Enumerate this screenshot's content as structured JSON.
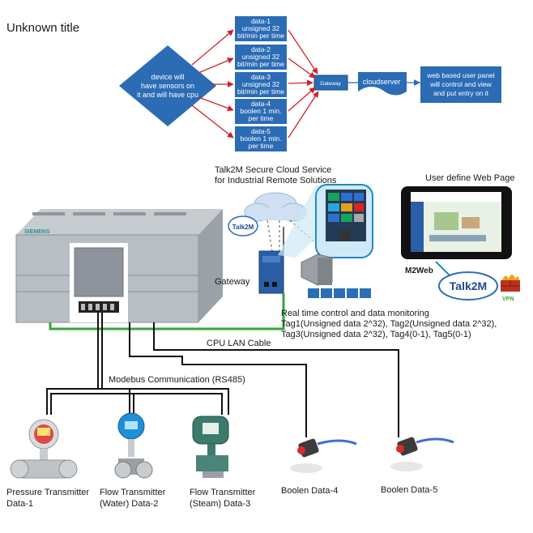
{
  "title": "Unknown title",
  "flow": {
    "device": [
      "device will",
      "have sensors on",
      "it and will have cpu"
    ],
    "data": [
      [
        "data-1",
        "unsigned 32",
        "bit/min per time"
      ],
      [
        "data-2",
        "unsigned 32",
        "bit/min per time"
      ],
      [
        "data-3",
        "unsigned 32",
        "bit/min per time"
      ],
      [
        "data-4",
        "boolen 1 min.",
        "per time"
      ],
      [
        "data-5",
        "boolen 1 min.",
        "per time"
      ]
    ],
    "gateway": "Gateway",
    "cloud": "cloudserver",
    "panel": [
      "web based user panel",
      "will control and view",
      "and put entry on it"
    ]
  },
  "network": {
    "cloud_service": [
      "Talk2M Secure Cloud Service",
      "for Industrial Remote Solutions"
    ],
    "user_page": "User define Web Page",
    "gateway": "Gateway",
    "m2web": "M2Web",
    "talk2m": "Talk2M",
    "vpn": "VPN",
    "plc_brand": "SIEMENS",
    "realtime": [
      "Real time control and data monitoring",
      "Tag1(Unsigned data 2^32), Tag2(Unsigned data 2^32),",
      "Tag3(Unsigned data 2^32), Tag4(0-1), Tag5(0-1)"
    ],
    "lan": "CPU LAN Cable",
    "modbus": "Modebus Communication (RS485)"
  },
  "devices": [
    [
      "Pressure Transmitter",
      "Data-1"
    ],
    [
      "Flow Transmitter",
      "(Water) Data-2"
    ],
    [
      "Flow Transmitter",
      "(Steam) Data-3"
    ],
    [
      "Boolen Data-4"
    ],
    [
      "Boolen Data-5"
    ]
  ],
  "colors": {
    "flow_blue": "#2b6cb5",
    "arrow_red": "#d0202a",
    "lan_green": "#3aa63c"
  }
}
